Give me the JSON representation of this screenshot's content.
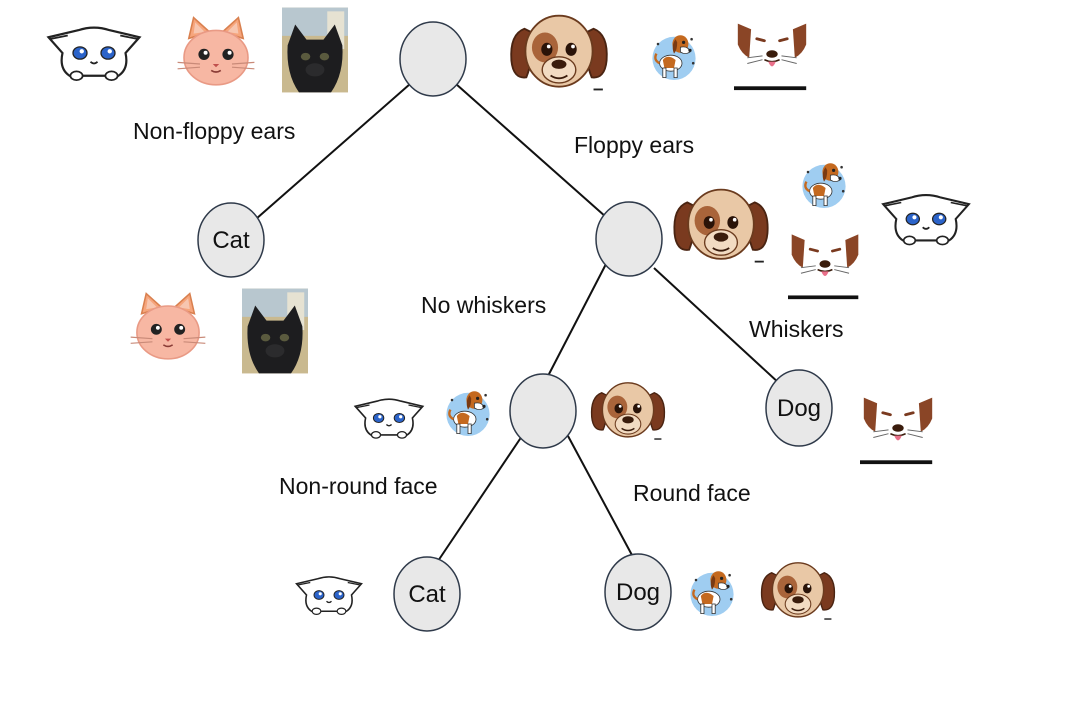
{
  "tree": {
    "nodes": {
      "root": {
        "label": ""
      },
      "floppy": {
        "label": ""
      },
      "nowhisk": {
        "label": ""
      },
      "cat_left": {
        "label": "Cat"
      },
      "dog_whisk": {
        "label": "Dog"
      },
      "cat_bottom": {
        "label": "Cat"
      },
      "dog_bottom": {
        "label": "Dog"
      }
    },
    "edges": {
      "non_floppy_ears": "Non-floppy ears",
      "floppy_ears": "Floppy ears",
      "no_whiskers": "No whiskers",
      "whiskers": "Whiskers",
      "non_round_face": "Non-round face",
      "round_face": "Round face"
    }
  },
  "colors": {
    "node_fill": "#e8e8e8",
    "node_stroke": "#2f3a4a",
    "line": "#111111"
  },
  "icons": {
    "white_cat": "white-cat-icon",
    "pink_cat": "pink-cat-icon",
    "black_cat_photo": "black-cat-photo-icon",
    "brown_dog": "brown-dog-icon",
    "beagle": "beagle-icon",
    "dog_face": "dog-face-icon"
  }
}
